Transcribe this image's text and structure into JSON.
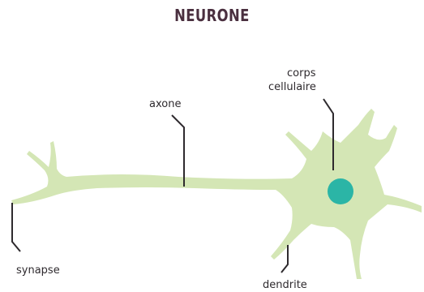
{
  "title": "NEURONE",
  "labels": {
    "axon": "axone",
    "cell_body_line1": "corps",
    "cell_body_line2": "cellulaire",
    "synapse": "synapse",
    "dendrite": "dendrite"
  },
  "colors": {
    "neuron_fill": "#d4e6b5",
    "nucleus": "#2bb5a6",
    "title": "#4a2f3f",
    "leader_line": "#2e2a2e"
  }
}
